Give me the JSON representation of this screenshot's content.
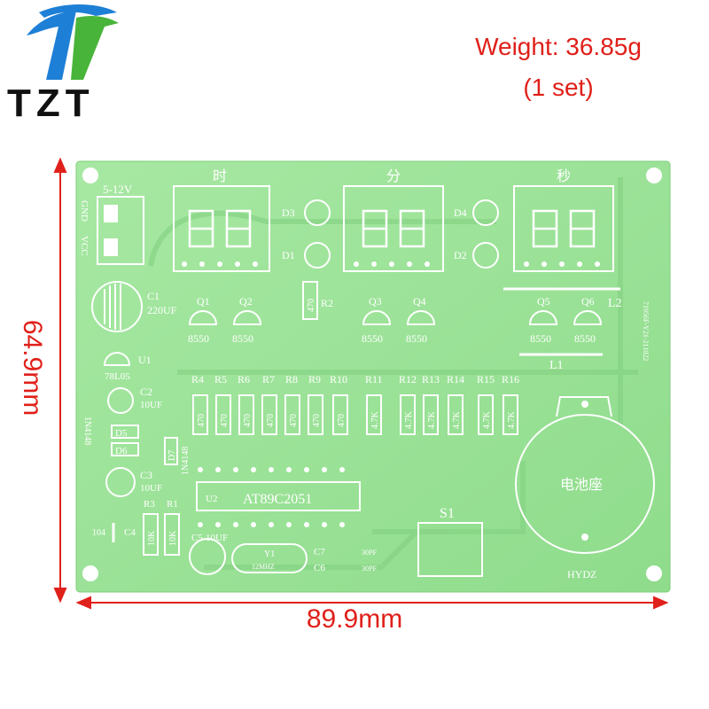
{
  "brand": {
    "logo_text": "TZT",
    "colors": {
      "blue": "#1e7fd6",
      "green": "#49b43a",
      "text": "#111111"
    }
  },
  "product_info": {
    "weight_line": "Weight: 36.85g",
    "set_line": "(1 set)",
    "width_dim": "89.9mm",
    "height_dim": "64.9mm",
    "accent_color": "#e0201a"
  },
  "pcb": {
    "board_color": "#9be39a",
    "silk_color": "#ffffff",
    "display_labels": [
      "时",
      "分",
      "秒"
    ],
    "power_label": "5-12V",
    "gnd_label": "GND",
    "vcc_label": "VCC",
    "c1": "C1",
    "c1_val": "220UF",
    "u1": "U1",
    "u1_val": "78L05",
    "c2": "C2",
    "c2_val": "10UF",
    "c3": "C3",
    "c3_val": "10UF",
    "c4": "C4",
    "c4_val": "104",
    "c5": "C5",
    "c5_val": "10UF",
    "c6": "C6",
    "c7": "C7",
    "cap_pf": "30PF",
    "d_labels": [
      "D1",
      "D2",
      "D3",
      "D4"
    ],
    "d5": "D5",
    "d6": "D6",
    "d7": "D7",
    "diode_model": "1N4148",
    "r2": "R2",
    "r2_val": "470",
    "q_labels": [
      "Q1",
      "Q2",
      "Q3",
      "Q4",
      "Q5",
      "Q6"
    ],
    "q_model": "8550",
    "l1": "L1",
    "l2": "L2",
    "r_labels": [
      "R4",
      "R5",
      "R6",
      "R7",
      "R8",
      "R9",
      "R10",
      "R11",
      "R12",
      "R13",
      "R14",
      "R15",
      "R16"
    ],
    "r_values": [
      "470",
      "470",
      "470",
      "470",
      "470",
      "470",
      "470",
      "4.7K",
      "4.7K",
      "4.7K",
      "4.7K",
      "4.7K",
      "4.7K"
    ],
    "r1": "R1",
    "r3": "R3",
    "r10k_val": "10K",
    "u2": "U2",
    "mcu": "AT89C2051",
    "y1": "Y1",
    "y1_val": "12MHZ",
    "s1": "S1",
    "battery": "电池座",
    "hydz": "HYDZ",
    "code": "71956F-Y21-211022"
  }
}
